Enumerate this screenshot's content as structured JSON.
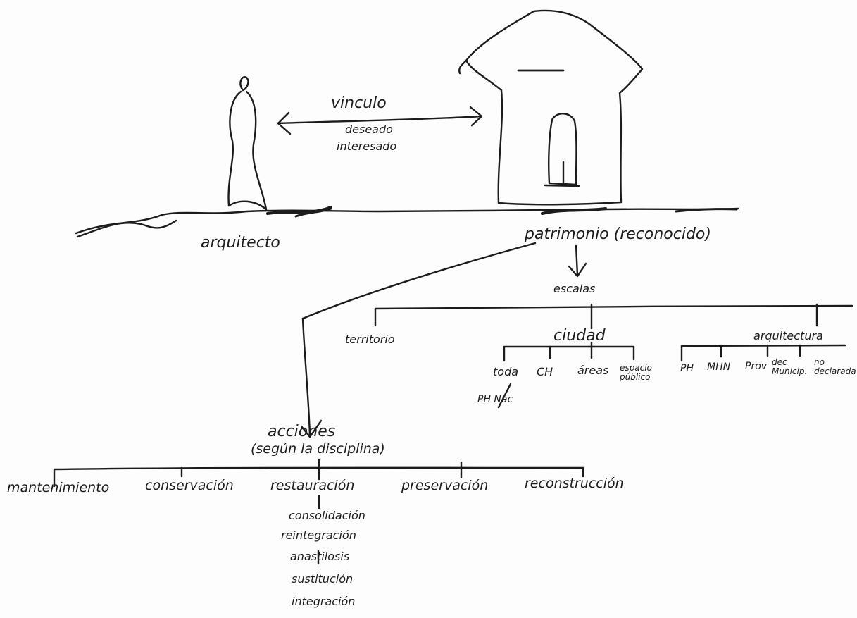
{
  "relation": {
    "link_word": "vinculo",
    "link_qualifiers": [
      "deseado",
      "interesado"
    ]
  },
  "actors": {
    "architect": "arquitecto",
    "heritage": "patrimonio (reconocido)"
  },
  "scales": {
    "title": "escalas",
    "territory": "territorio",
    "city": {
      "label": "ciudad",
      "items": [
        "toda",
        "CH",
        "áreas",
        "espacio público"
      ],
      "sub_of_toda": "PH Nac"
    },
    "architecture": {
      "label": "arquitectura",
      "items": [
        "PH",
        "MHN",
        "Prov",
        "dec Municip.",
        "no declarada"
      ]
    }
  },
  "actions": {
    "title": "acciones",
    "subtitle": "(según la disciplina)",
    "items": [
      "mantenimiento",
      "conservación",
      "restauración",
      "preservación",
      "reconstrucción"
    ],
    "restoration_subtypes": [
      "consolidación",
      "reintegración",
      "anastilosis",
      "sustitución",
      "integración"
    ]
  },
  "colors": {
    "ink": "#1c1c1c",
    "paper": "#fdfdfd"
  }
}
